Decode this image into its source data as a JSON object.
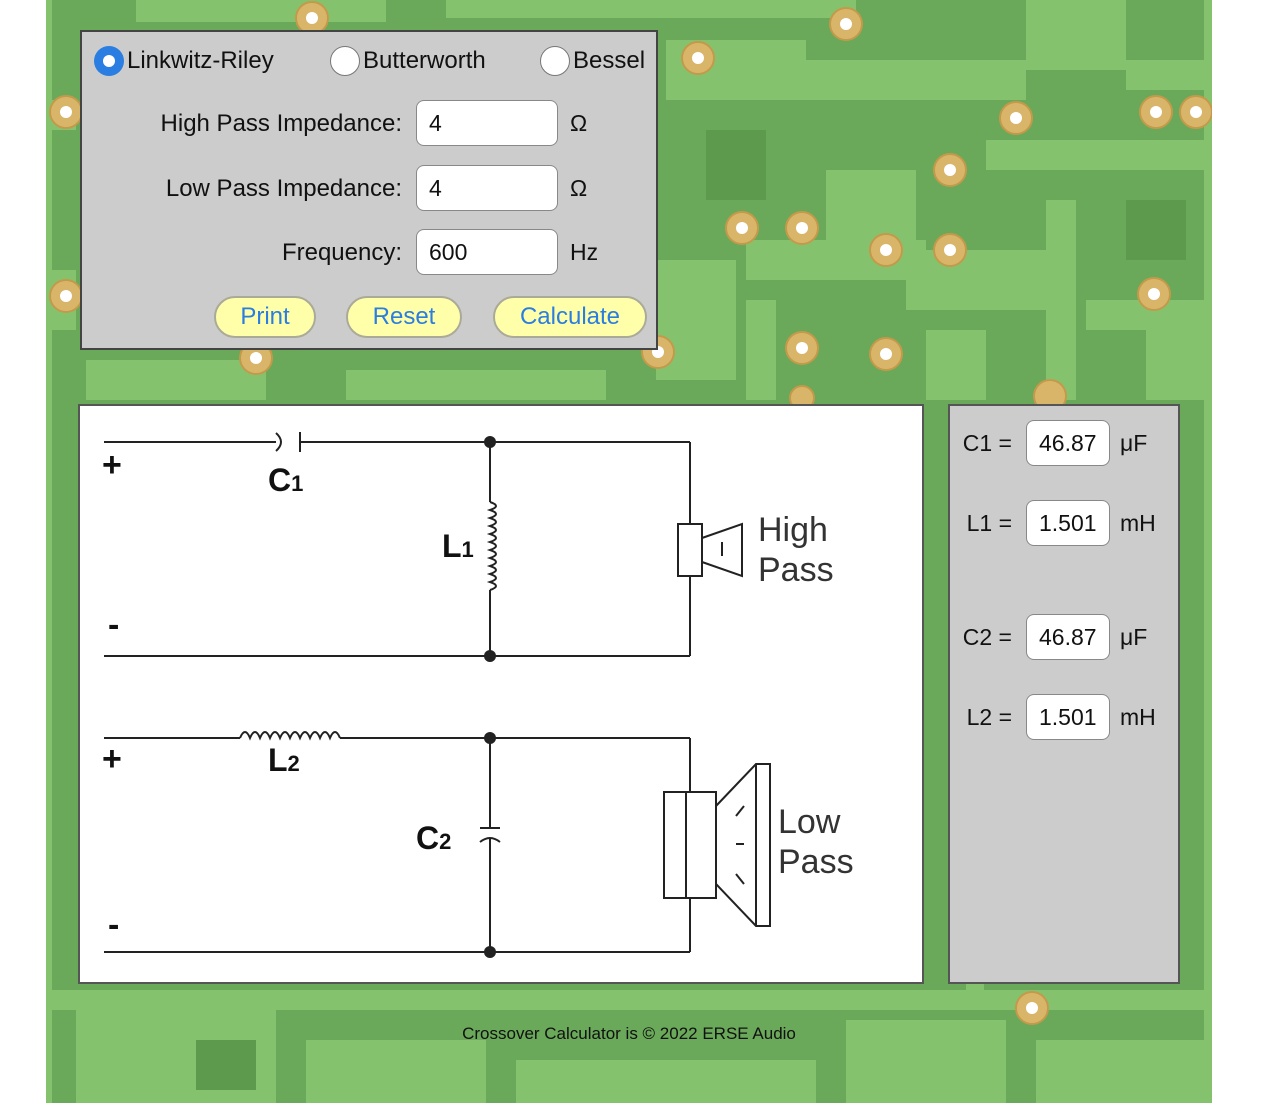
{
  "filter_types": [
    {
      "label": "Linkwitz-Riley",
      "checked": true
    },
    {
      "label": "Butterworth",
      "checked": false
    },
    {
      "label": "Bessel",
      "checked": false
    }
  ],
  "inputs": {
    "high_pass": {
      "label": "High Pass Impedance:",
      "value": "4",
      "unit": "Ω"
    },
    "low_pass": {
      "label": "Low Pass Impedance:",
      "value": "4",
      "unit": "Ω"
    },
    "frequency": {
      "label": "Frequency:",
      "value": "600",
      "unit": "Hz"
    }
  },
  "buttons": {
    "print": "Print",
    "reset": "Reset",
    "calculate": "Calculate"
  },
  "schematic": {
    "plus": "+",
    "minus": "-",
    "c1": "C",
    "c1_sub": "1",
    "l1": "L",
    "l1_sub": "1",
    "l2": "L",
    "l2_sub": "2",
    "c2": "C",
    "c2_sub": "2",
    "high_pass_line1": "High",
    "high_pass_line2": "Pass",
    "low_pass_line1": "Low",
    "low_pass_line2": "Pass"
  },
  "results": [
    {
      "label": "C1 =",
      "value": "46.87",
      "unit": "μF"
    },
    {
      "label": "L1 =",
      "value": "1.501",
      "unit": "mH"
    },
    {
      "label": "C2 =",
      "value": "46.87",
      "unit": "μF"
    },
    {
      "label": "L2 =",
      "value": "1.501",
      "unit": "mH"
    }
  ],
  "footer": "Crossover Calculator is © 2022 ERSE Audio",
  "colors": {
    "board_green": "#6aa85a",
    "trace_green": "#85c26e",
    "pad_gold": "#d9b56a",
    "button_bg": "#ffffaa",
    "button_text": "#2a7de1",
    "radio_checked": "#2a7de1",
    "panel_gray": "#cccccc"
  }
}
